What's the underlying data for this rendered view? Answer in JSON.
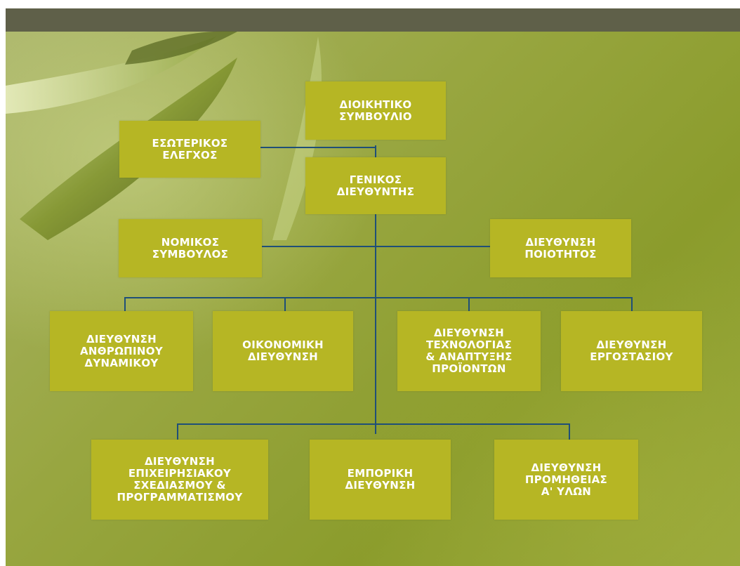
{
  "chart": {
    "board": "ΔΙΟΙΚΗΤΙΚΟ\nΣΥΜΒΟΥΛΙΟ",
    "internal_audit": "ΕΣΩΤΕΡΙΚΟΣ\nΕΛΕΓΧΟΣ",
    "general_manager": "ΓΕΝΙΚΟΣ\nΔΙΕΥΘΥΝΤΗΣ",
    "legal_advisor": "ΝΟΜΙΚΟΣ\nΣΥΜΒΟΥΛΟΣ",
    "quality": "ΔΙΕΥΘΥΝΣΗ\nΠΟΙΟΤΗΤΟΣ",
    "hr": "ΔΙΕΥΘΥΝΣΗ\nΑΝΘΡΩΠΙΝΟΥ\nΔΥΝΑΜΙΚΟΥ",
    "finance": "ΟΙΚΟΝΟΜΙΚΗ\nΔΙΕΥΘΥΝΣΗ",
    "technology": "ΔΙΕΥΘΥΝΣΗ\nΤΕΧΝΟΛΟΓΙΑΣ\n& ΑΝΑΠΤΥΞΗΣ\nΠΡΟΪΟΝΤΩΝ",
    "factory": "ΔΙΕΥΘΥΝΣΗ\nΕΡΓΟΣΤΑΣΙΟΥ",
    "planning": "ΔΙΕΥΘΥΝΣΗ\nΕΠΙΧΕΙΡΗΣΙΑΚΟΥ\nΣΧΕΔΙΑΣΜΟΥ &\nΠΡΟΓΡΑΜΜΑΤΙΣΜΟΥ",
    "commercial": "ΕΜΠΟΡΙΚΗ\nΔΙΕΥΘΥΝΣΗ",
    "procurement": "ΔΙΕΥΘΥΝΣΗ\nΠΡΟΜΗΘΕΙΑΣ\nΑ' ΥΛΩΝ"
  },
  "colors": {
    "box_fill": "#b6b624",
    "connector": "#1f4f78",
    "top_bar": "#5f6049"
  }
}
